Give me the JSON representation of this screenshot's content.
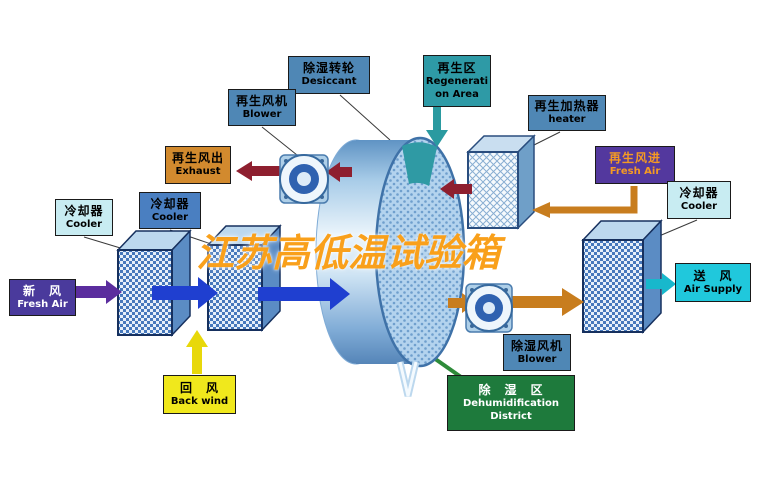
{
  "watermark": "江苏高低温试验箱",
  "labels": {
    "desiccant": {
      "zh": "除湿转轮",
      "en": "Desiccant"
    },
    "regen_area": {
      "zh": "再生区",
      "en_line1": "Regenerati",
      "en_line2": "on Area"
    },
    "regen_blower": {
      "zh": "再生风机",
      "en": "Blower"
    },
    "regen_heater": {
      "zh": "再生加热器",
      "en": "heater"
    },
    "regen_exhaust": {
      "zh": "再生风出",
      "en": "Exhaust"
    },
    "regen_fresh_air": {
      "zh": "再生风进",
      "en": "Fresh Air"
    },
    "cooler_left": {
      "zh": "冷却器",
      "en": "Cooler"
    },
    "cooler_mid": {
      "zh": "冷却器",
      "en": "Cooler"
    },
    "cooler_right": {
      "zh": "冷却器",
      "en": "Cooler"
    },
    "fresh_air_in": {
      "zh": "新　风",
      "en": "Fresh Air"
    },
    "air_supply": {
      "zh": "送　风",
      "en": "Air Supply"
    },
    "back_wind": {
      "zh": "回　风",
      "en": "Back wind"
    },
    "dehumid_blower": {
      "zh": "除湿风机",
      "en": "Blower"
    },
    "dehumid_district": {
      "zh": "除　湿　区",
      "en_line1": "Dehumidification",
      "en_line2": "District"
    }
  },
  "colors": {
    "process_arrow_blue": "#1f3fd0",
    "fresh_air_purple": "#5b2d9e",
    "back_wind_yellow": "#e8d80a",
    "regen_maroon": "#8e1f2f",
    "regen_orange": "#c87d1e",
    "supply_cyan": "#18b8cc",
    "regen_teal": "#2a9aa0",
    "dehumid_green": "#1e7a3c",
    "watermark_orange": "#f9a01b"
  }
}
